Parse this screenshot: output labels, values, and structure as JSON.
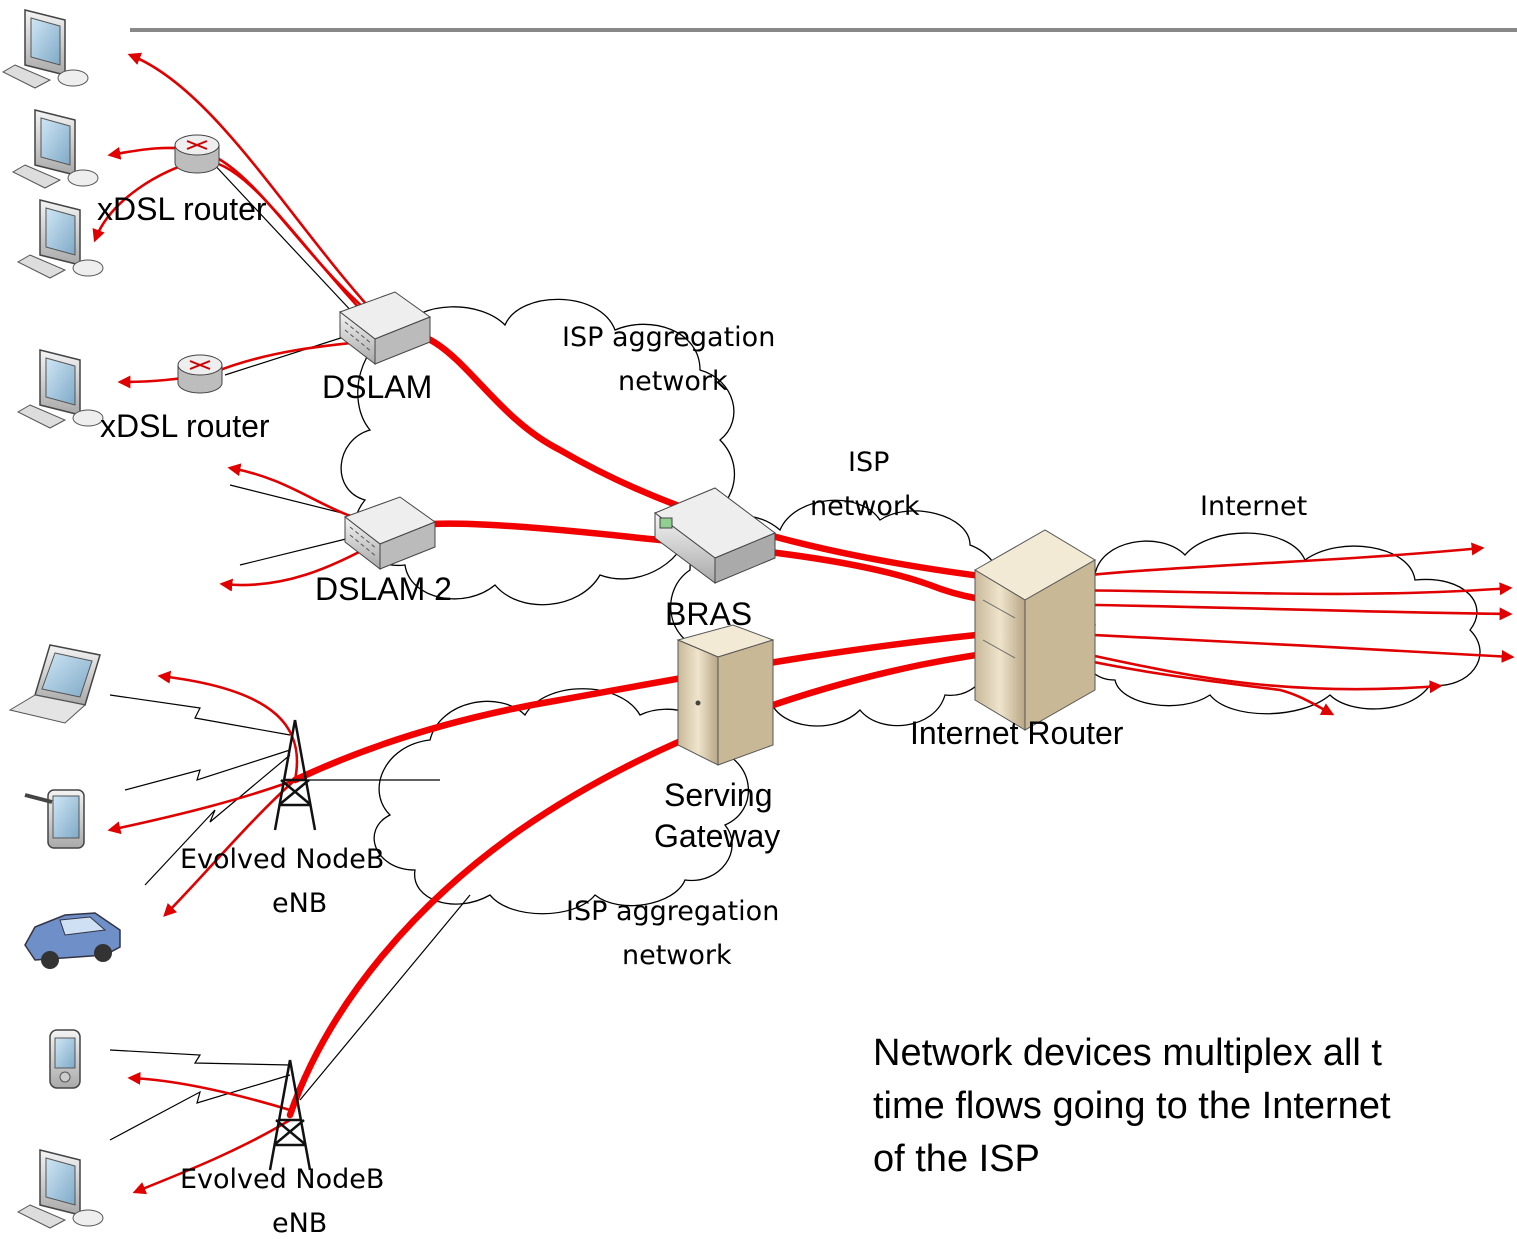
{
  "labels": {
    "xdsl_router_1": "xDSL router",
    "xdsl_router_2": "xDSL router",
    "dslam_1": "DSLAM",
    "dslam_2": "DSLAM 2",
    "bras": "BRAS",
    "serving_gateway_line1": "Serving",
    "serving_gateway_line2": "Gateway",
    "internet_router": "Internet Router",
    "enb_top_line1": "Evolved NodeB",
    "enb_top_line2": "eNB",
    "enb_bottom_line1": "Evolved NodeB",
    "enb_bottom_line2": "eNB"
  },
  "clouds": {
    "agg_top_line1": "ISP aggregation",
    "agg_top_line2": "network",
    "isp_line1": "ISP",
    "isp_line2": "network",
    "internet": "Internet",
    "agg_bottom_line1": "ISP aggregation",
    "agg_bottom_line2": "network"
  },
  "caption": {
    "line1": "Network devices multiplex all t",
    "line2": "time flows going to the Internet",
    "line3": "of the ISP"
  },
  "colors": {
    "flow": "#f20000",
    "title_rule": "#888888"
  },
  "icons": [
    "desktop-icon",
    "laptop-icon",
    "tablet-icon",
    "phone-icon",
    "car-icon",
    "router-icon",
    "switch-icon",
    "server-icon",
    "tower-icon"
  ]
}
